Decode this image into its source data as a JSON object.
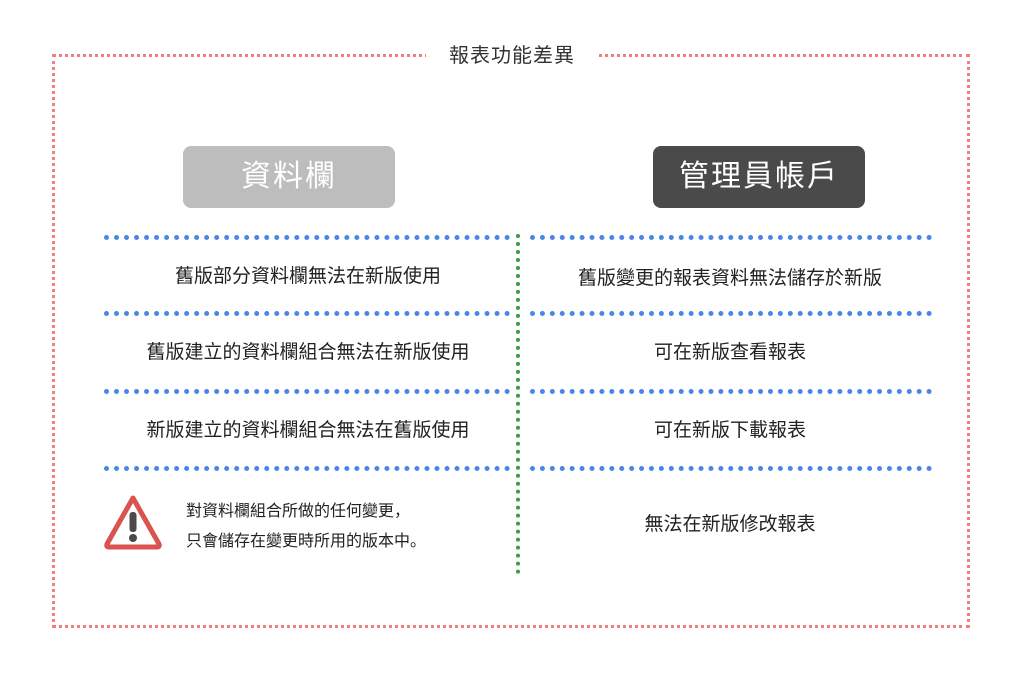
{
  "title": "報表功能差異",
  "columns": {
    "left_header": "資料欄",
    "right_header": "管理員帳戶"
  },
  "rows": [
    {
      "left": "舊版部分資料欄無法在新版使用",
      "right": "舊版變更的報表資料無法儲存於新版"
    },
    {
      "left": "舊版建立的資料欄組合無法在新版使用",
      "right": "可在新版查看報表"
    },
    {
      "left": "新版建立的資料欄組合無法在舊版使用",
      "right": "可在新版下載報表"
    }
  ],
  "note": {
    "icon": "warning-icon",
    "line1": "對資料欄組合所做的任何變更，",
    "line2": "只會儲存在變更時所用的版本中。"
  },
  "last_right": "無法在新版修改報表",
  "colors": {
    "frame": "#f08080",
    "row_divider": "#4a86e8",
    "column_divider": "#3a9a48",
    "left_header_bg": "#bdbdbd",
    "right_header_bg": "#4a4a4a",
    "warning": "#d9534f"
  }
}
